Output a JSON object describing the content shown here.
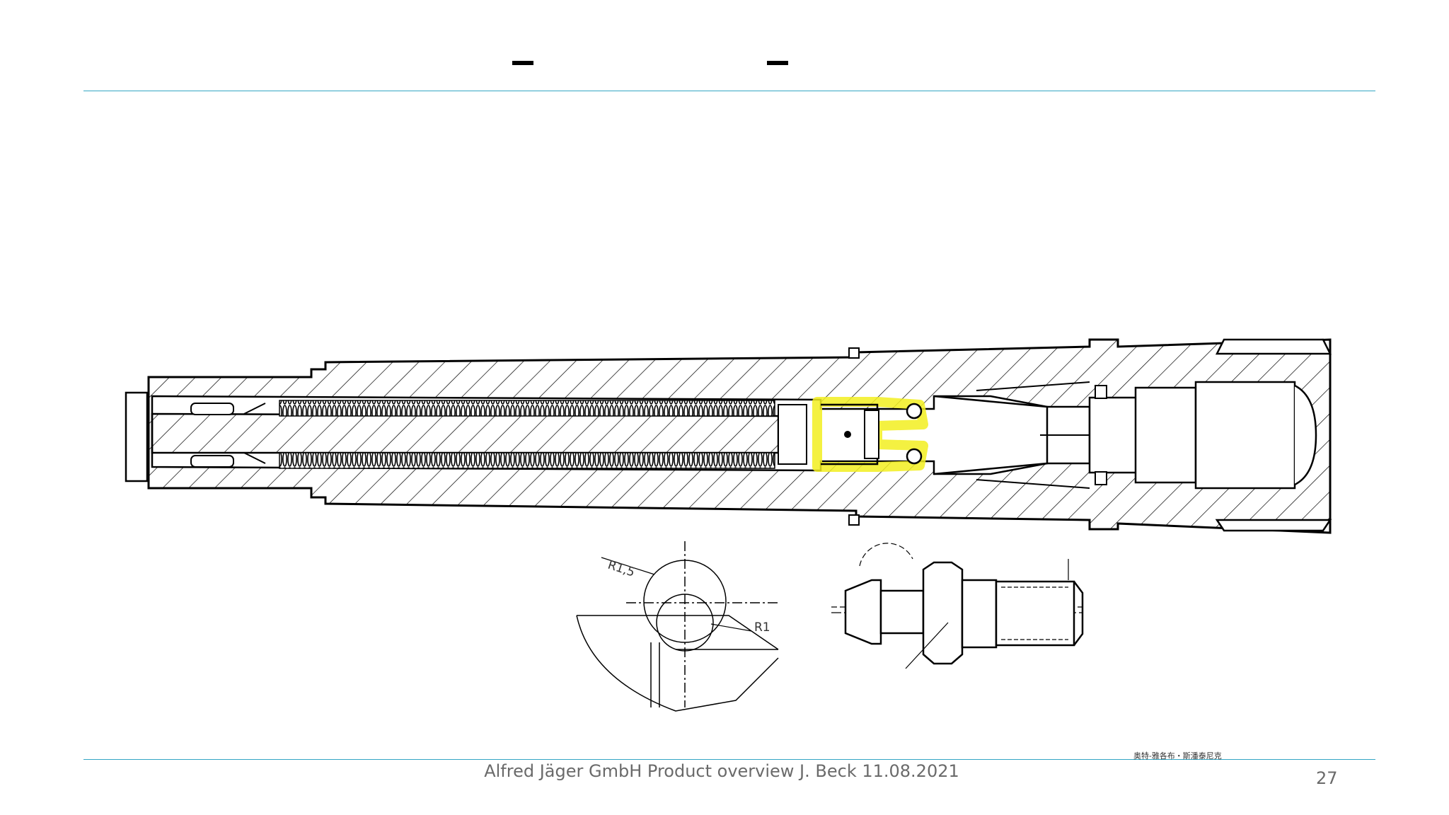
{
  "footer": {
    "text": "Alfred Jäger GmbH Product overview J. Beck 11.08.2021",
    "page_number": "27",
    "watermark": "奥特-雅各布・斯潘泰尼克"
  },
  "detail_labels": {
    "radius_large": "R1,5",
    "radius_small": "R1"
  },
  "colors": {
    "accent_line": "#34a6c4",
    "highlight": "#f2ee20",
    "ink": "#000000"
  }
}
